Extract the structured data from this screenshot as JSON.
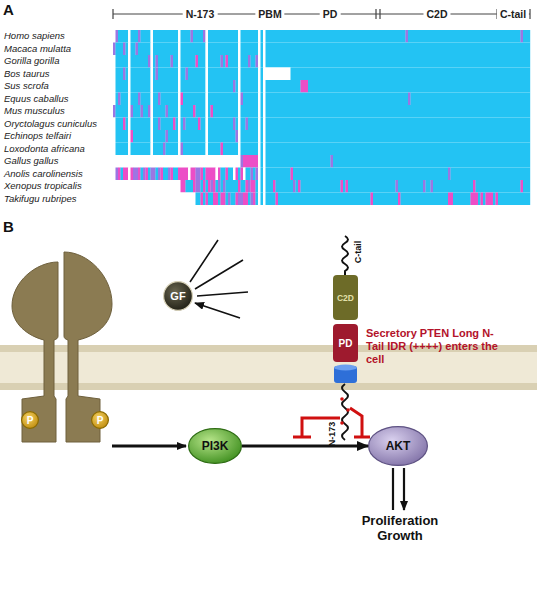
{
  "diagram": {
    "nodes": [
      {
        "text": [
          "GF"
        ]
      },
      {
        "text": [
          "C2D"
        ]
      },
      {
        "text": [
          "PD"
        ]
      },
      {
        "text": [
          "P"
        ]
      },
      {
        "text": [
          "P"
        ]
      },
      {
        "text": [
          "PI3K"
        ]
      },
      {
        "text": [
          "AKT"
        ]
      }
    ],
    "edges": [
      {
        "from": 5,
        "to": 6,
        "arrow": "to"
      }
    ],
    "labels": [
      "A",
      "N-173",
      "PBM",
      "PD",
      "C2D",
      "C-tail",
      "Homo sapiens",
      "Macaca mulatta",
      "Gorilla gorilla",
      "Bos taurus",
      "Sus scrofa",
      "Equus caballus",
      "Mus musculus",
      "Oryctolagus cuniculus",
      "Echinops telfairi",
      "Loxodonta africana",
      "Gallus gallus",
      "Anolis carolinensis",
      "Xenopus tropicalis",
      "Takifugu rubripes",
      "B",
      "C-tail",
      "N-173",
      "Secretory PTEN Long N-Tail IDR (++++) enters the cell",
      "Proliferation Growth"
    ]
  }
}
